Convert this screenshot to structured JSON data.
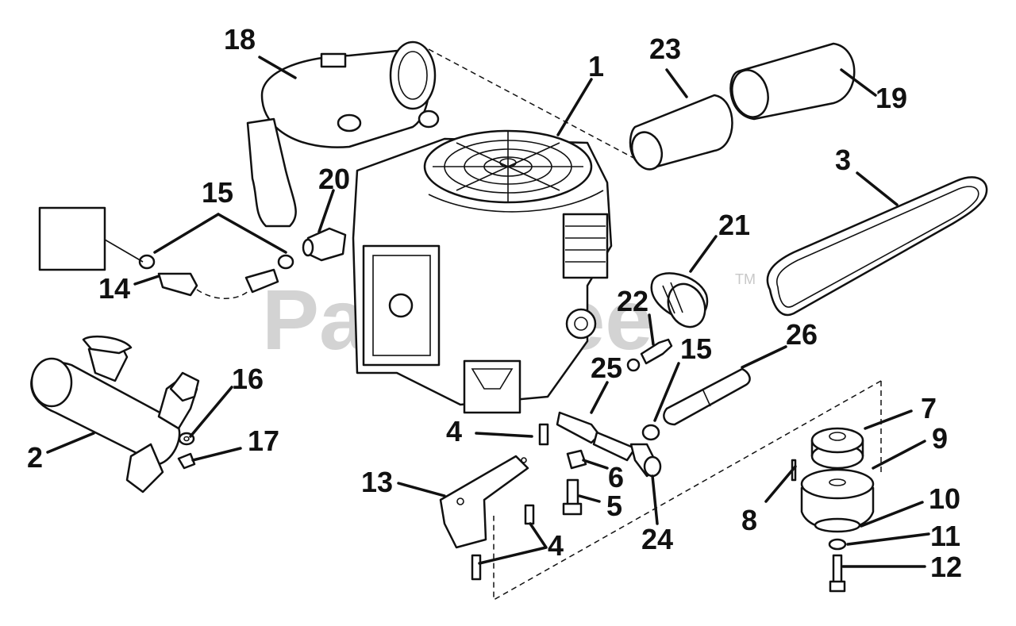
{
  "watermark": {
    "text": "PartsTree",
    "trademark": "TM"
  },
  "callouts": [
    "18",
    "1",
    "23",
    "19",
    "3",
    "15",
    "20",
    "21",
    "14",
    "22",
    "26",
    "15",
    "16",
    "25",
    "7",
    "9",
    "2",
    "17",
    "4",
    "6",
    "8",
    "13",
    "5",
    "10",
    "11",
    "4",
    "24",
    "12"
  ]
}
